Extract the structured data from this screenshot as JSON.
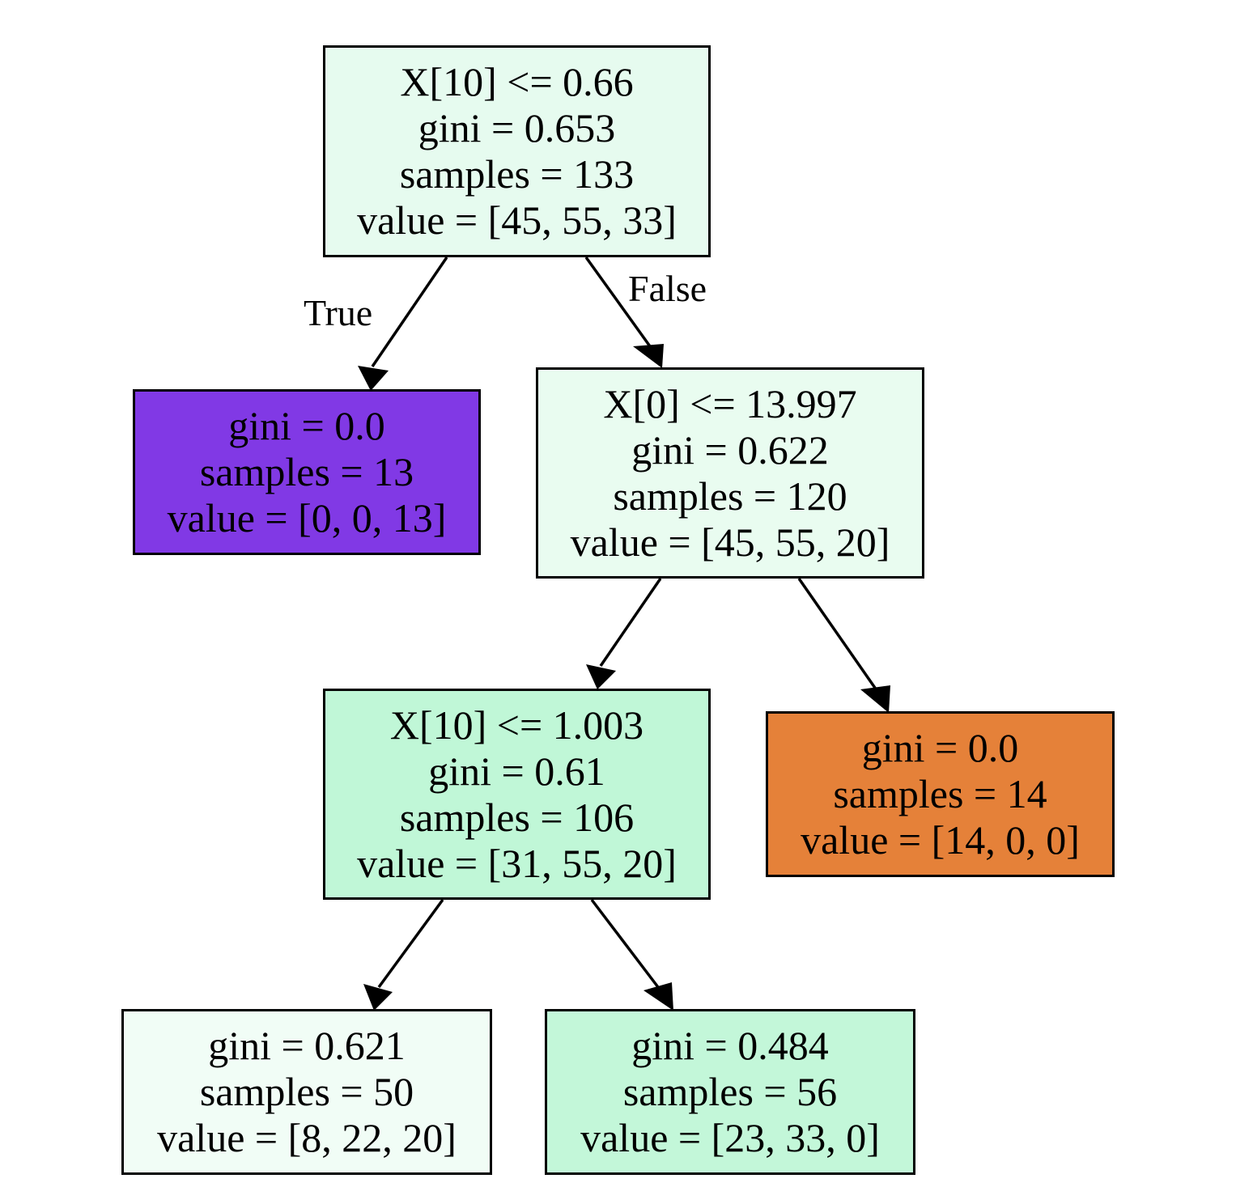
{
  "nodes": {
    "n0": {
      "split": "X[10] <= 0.66",
      "gini": "gini = 0.653",
      "samples": "samples = 133",
      "value": "value = [45, 55, 33]",
      "fill": "#e6fbef"
    },
    "n1": {
      "gini": "gini = 0.0",
      "samples": "samples = 13",
      "value": "value = [0, 0, 13]",
      "fill": "#8139e5"
    },
    "n2": {
      "split": "X[0] <= 13.997",
      "gini": "gini = 0.622",
      "samples": "samples = 120",
      "value": "value = [45, 55, 20]",
      "fill": "#e9fcf0"
    },
    "n3": {
      "split": "X[10] <= 1.003",
      "gini": "gini = 0.61",
      "samples": "samples = 106",
      "value": "value = [31, 55, 20]",
      "fill": "#c0f7d7"
    },
    "n4": {
      "gini": "gini = 0.0",
      "samples": "samples = 14",
      "value": "value = [14, 0, 0]",
      "fill": "#e58139"
    },
    "n5": {
      "gini": "gini = 0.621",
      "samples": "samples = 50",
      "value": "value = [8, 22, 20]",
      "fill": "#f1fdf6"
    },
    "n6": {
      "gini": "gini = 0.484",
      "samples": "samples = 56",
      "value": "value = [23, 33, 0]",
      "fill": "#c3f7d9"
    }
  },
  "edge_labels": {
    "true_label": "True",
    "false_label": "False"
  },
  "edges": [
    {
      "from": "n0",
      "to": "n1"
    },
    {
      "from": "n0",
      "to": "n2"
    },
    {
      "from": "n2",
      "to": "n3"
    },
    {
      "from": "n2",
      "to": "n4"
    },
    {
      "from": "n3",
      "to": "n5"
    },
    {
      "from": "n3",
      "to": "n6"
    }
  ]
}
